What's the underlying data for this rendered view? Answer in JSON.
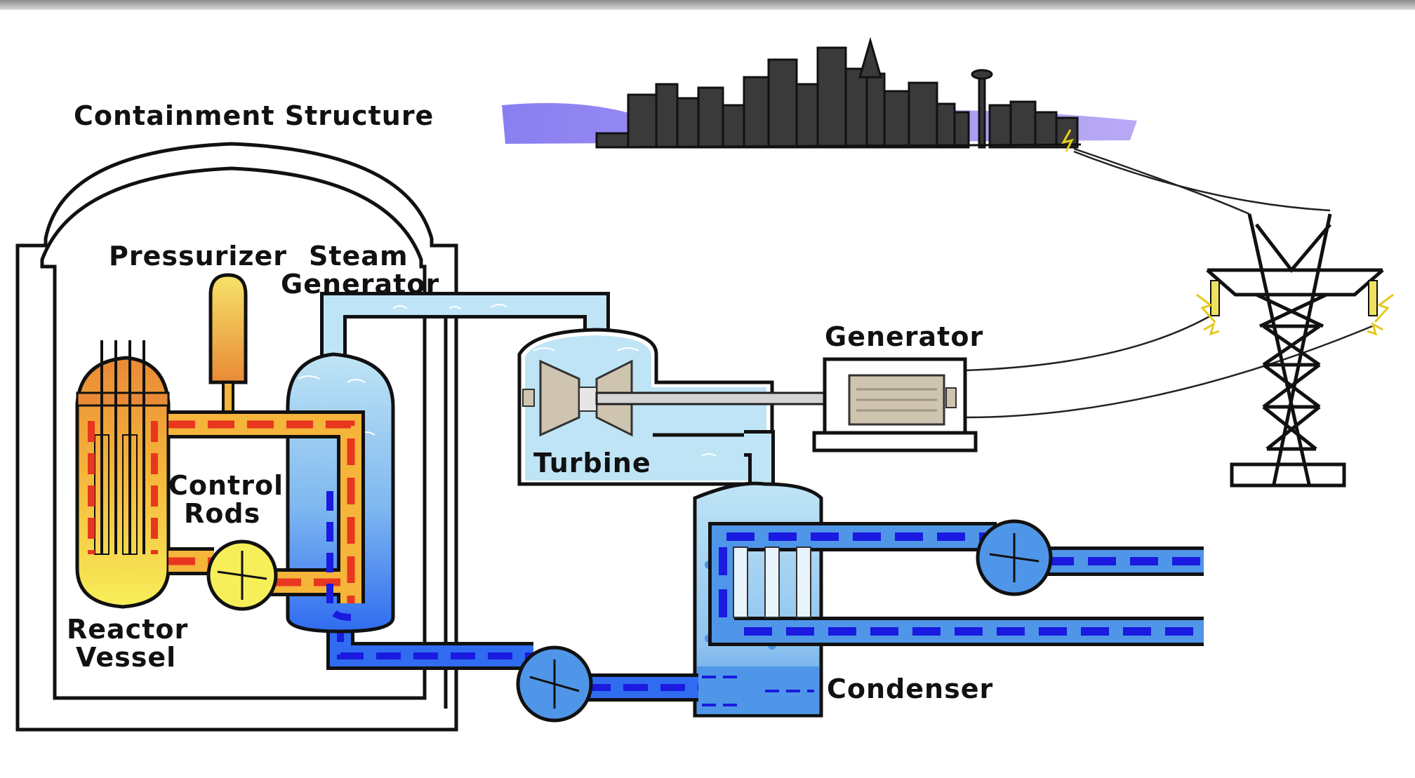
{
  "diagram": {
    "labels": {
      "containment": "Containment Structure",
      "pressurizer": "Pressurizer",
      "steam_generator_line1": "Steam",
      "steam_generator_line2": "Generator",
      "control_rods_line1": "Control",
      "control_rods_line2": "Rods",
      "reactor_vessel_line1": "Reactor",
      "reactor_vessel_line2": "Vessel",
      "turbine": "Turbine",
      "generator": "Generator",
      "condenser": "Condenser"
    },
    "colors": {
      "primary_loop": "#e8361f",
      "hot_fluid": "#f2b437",
      "feedwater": "#2f6cf0",
      "cooling_dash": "#1a1ae0",
      "steam": "#bfe4f5",
      "condenser_water": "#4f96e8",
      "outline": "#111111"
    }
  }
}
